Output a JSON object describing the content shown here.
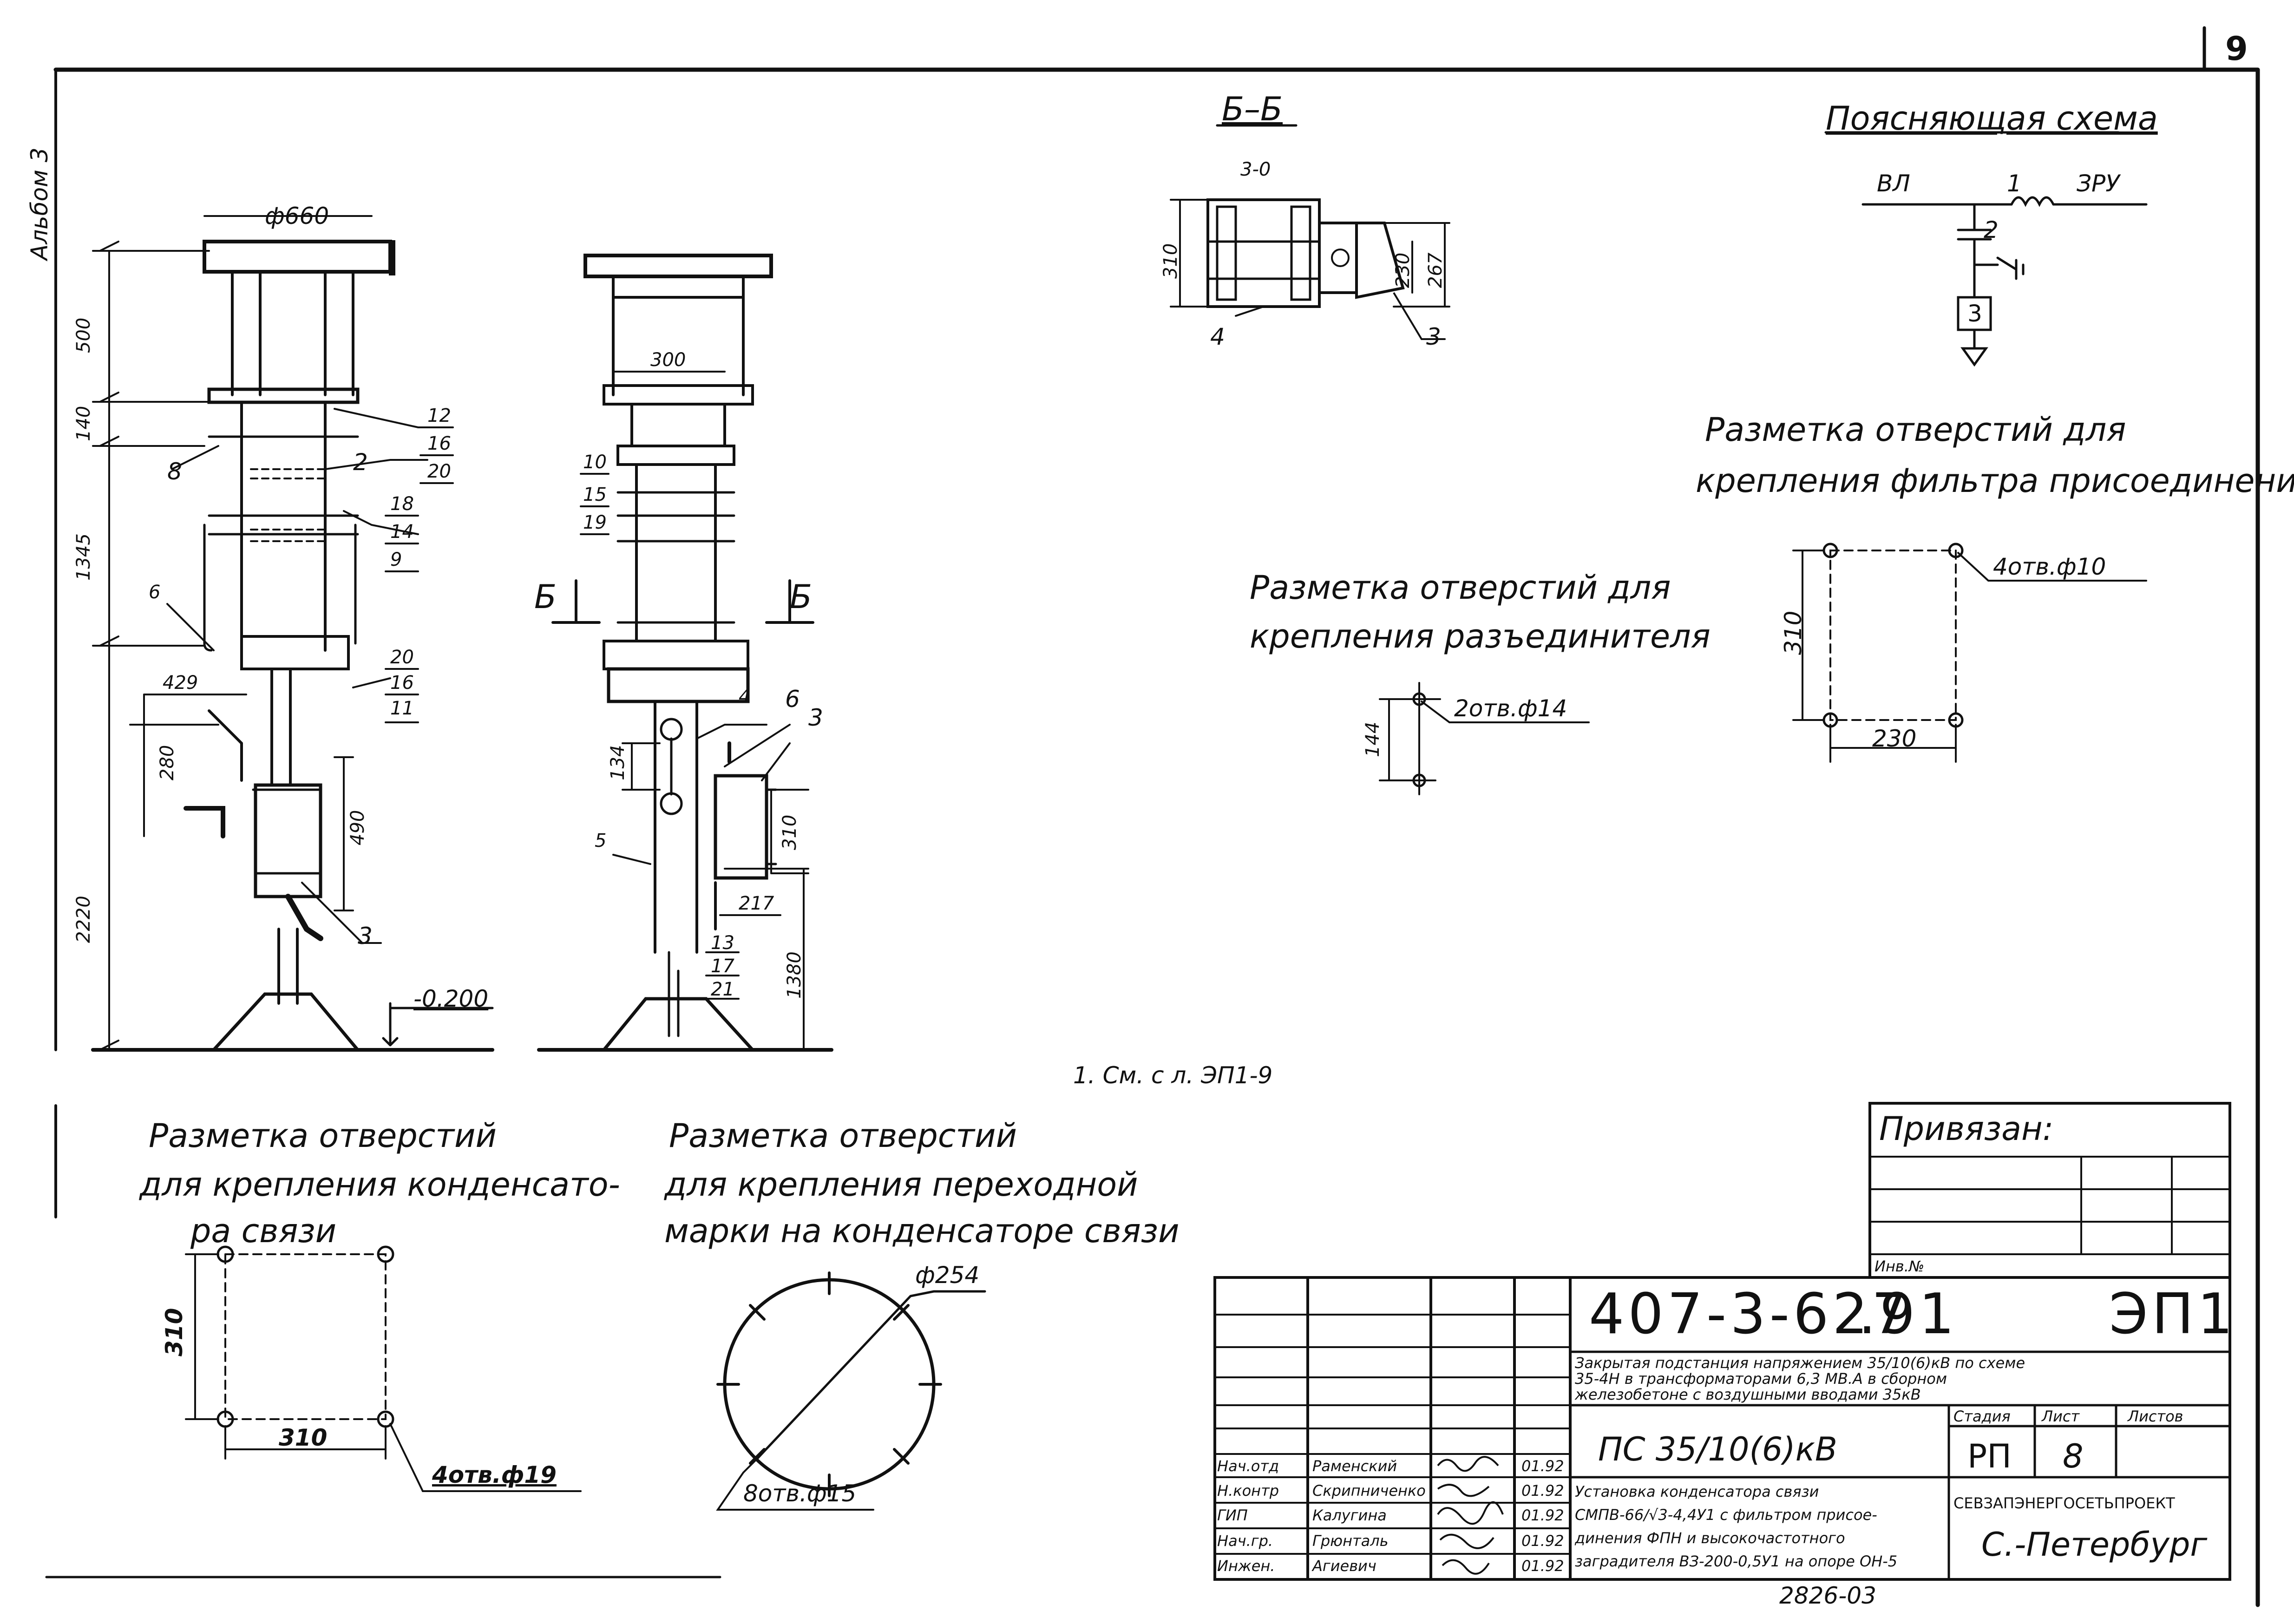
{
  "sheet_number": "9",
  "album_label": "Альбом 3",
  "section_title": "Б–Б",
  "section_arrow_label": "Б",
  "note": "1. См. с л. ЭП1-9",
  "explanatory_scheme": {
    "title": "Поясняющая схема",
    "label_vl": "ВЛ",
    "label_zru": "ЗРУ",
    "item_1": "1",
    "item_2": "2",
    "item_3": "3"
  },
  "holes_disconnector": {
    "title_line1": "Разметка отверстий для",
    "title_line2": "крепления разъединителя",
    "dim": "144",
    "holes": "2отв.ф14"
  },
  "holes_filter": {
    "title_line1": "Разметка отверстий для",
    "title_line2": "крепления фильтра присоединений",
    "dim_v": "310",
    "dim_h": "230",
    "holes": "4отв.ф10"
  },
  "holes_capacitor": {
    "title_line1": "Разметка отверстий",
    "title_line2": "для крепления конденсато-",
    "title_line3": "ра связи",
    "dim_v": "310",
    "dim_h": "310",
    "holes": "4отв.ф19"
  },
  "holes_adapter": {
    "title_line1": "Разметка отверстий",
    "title_line2": "для крепления переходной",
    "title_line3": "марки на конденсаторе связи",
    "diameter": "ф254",
    "holes": "8отв.ф15"
  },
  "front_view": {
    "dim_top": "ф660",
    "dim_500": "500",
    "dim_140": "140",
    "dim_1345": "1345",
    "dim_2220": "2220",
    "dim_429": "429",
    "dim_280": "280",
    "dim_490": "490",
    "level": "-0.200",
    "pos_12": "12",
    "pos_16": "16",
    "pos_20": "20",
    "pos_8": "8",
    "pos_2": "2",
    "pos_18": "18",
    "pos_14": "14",
    "pos_9": "9",
    "pos_6": "6",
    "pos_20b": "20",
    "pos_16b": "16",
    "pos_11": "11",
    "pos_3": "3"
  },
  "side_view": {
    "dim_300": "300",
    "dim_134": "134",
    "dim_310": "310",
    "dim_217": "217",
    "dim_1380": "1380",
    "pos_10": "10",
    "pos_15": "15",
    "pos_19": "19",
    "pos_4": "4",
    "pos_6": "6",
    "pos_3": "3",
    "pos_5": "5",
    "pos_13": "13",
    "pos_17": "17",
    "pos_21": "21"
  },
  "section_view": {
    "dim_310": "310",
    "dim_230": "230",
    "dim_267": "267",
    "dim_top": "3-0",
    "pos_4": "4",
    "pos_3": "3"
  },
  "title_block": {
    "bound_label": "Привязан:",
    "inv_label": "Инв.№",
    "doc_code_a": "407-3-627",
    "doc_code_b": ".91",
    "doc_code_c": "ЭП1",
    "project_line1": "Закрытая подстанция напряжением 35/10(6)кВ по схеме",
    "project_line2": "35-4Н в трансформаторами 6,3 МВ.А в сборном",
    "project_line3": "железобетоне с воздушными вводами 35кВ",
    "object_name": "ПС 35/10(6)кВ",
    "stage_header": "Стадия",
    "sheet_header": "Лист",
    "sheets_header": "Листов",
    "stage": "РП",
    "sheet": "8",
    "sheet_title_line1": "Установка конденсатора связи",
    "sheet_title_line2": "СМПВ-66/√3-4,4У1 с фильтром присое-",
    "sheet_title_line3": "динения ФПН и высокочастотного",
    "sheet_title_line4": "заградителя ВЗ-200-0,5У1 на опоре ОН-5",
    "organization": "СЕВЗАПЭНЕРГОСЕТЬПРОЕКТ",
    "city": "С.-Петербург",
    "stamp_number": "2826-03",
    "signers": [
      {
        "role": "Нач.отд",
        "name": "Раменский",
        "date": "01.92"
      },
      {
        "role": "Н.контр",
        "name": "Скрипниченко",
        "date": "01.92"
      },
      {
        "role": "ГИП",
        "name": "Калугина",
        "date": "01.92"
      },
      {
        "role": "Нач.гр.",
        "name": "Грюнталь",
        "date": "01.92"
      },
      {
        "role": "Инжен.",
        "name": "Агиевич",
        "date": "01.92"
      }
    ]
  }
}
